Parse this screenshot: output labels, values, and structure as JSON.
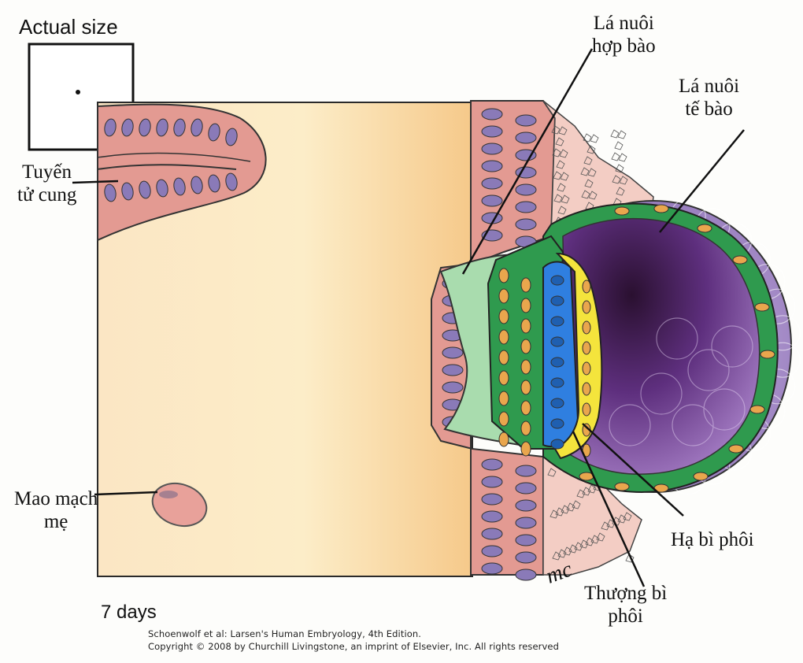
{
  "labels": {
    "actual_size": "Actual size",
    "uterine_gland_line1": "Tuyến",
    "uterine_gland_line2": "tử cung",
    "syncytio_line1": "Lá nuôi",
    "syncytio_line2": "hợp bào",
    "cyto_line1": "Lá nuôi",
    "cyto_line2": "tế bào",
    "maternal_capillary_line1": "Mao mạch",
    "maternal_capillary_line2": "mẹ",
    "hypoblast": "Hạ bì phôi",
    "epiblast_line1": "Thượng bì",
    "epiblast_line2": "phôi",
    "days": "7 days",
    "signature": "mc"
  },
  "credits": {
    "line1": "Schoenwolf et al: Larsen's Human Embryology, 4th Edition.",
    "line2": "Copyright © 2008 by Churchill Livingstone, an imprint of Elsevier, Inc. All rights reserved"
  },
  "colors": {
    "stroma": "#f7d9a6",
    "stroma_light": "#fbe9c6",
    "epithelium": "#e39a92",
    "nucleus": "#8a7ab8",
    "syncytiotrophoblast": "#a9dcae",
    "cytotrophoblast": "#2f9a4e",
    "trophoblast_nucleus": "#e9a64d",
    "epiblast": "#2f7fe0",
    "hypoblast": "#f4e43c",
    "blastocyst_cavity": "#7a4aa0",
    "blastocyst_outer": "#a890c8"
  }
}
